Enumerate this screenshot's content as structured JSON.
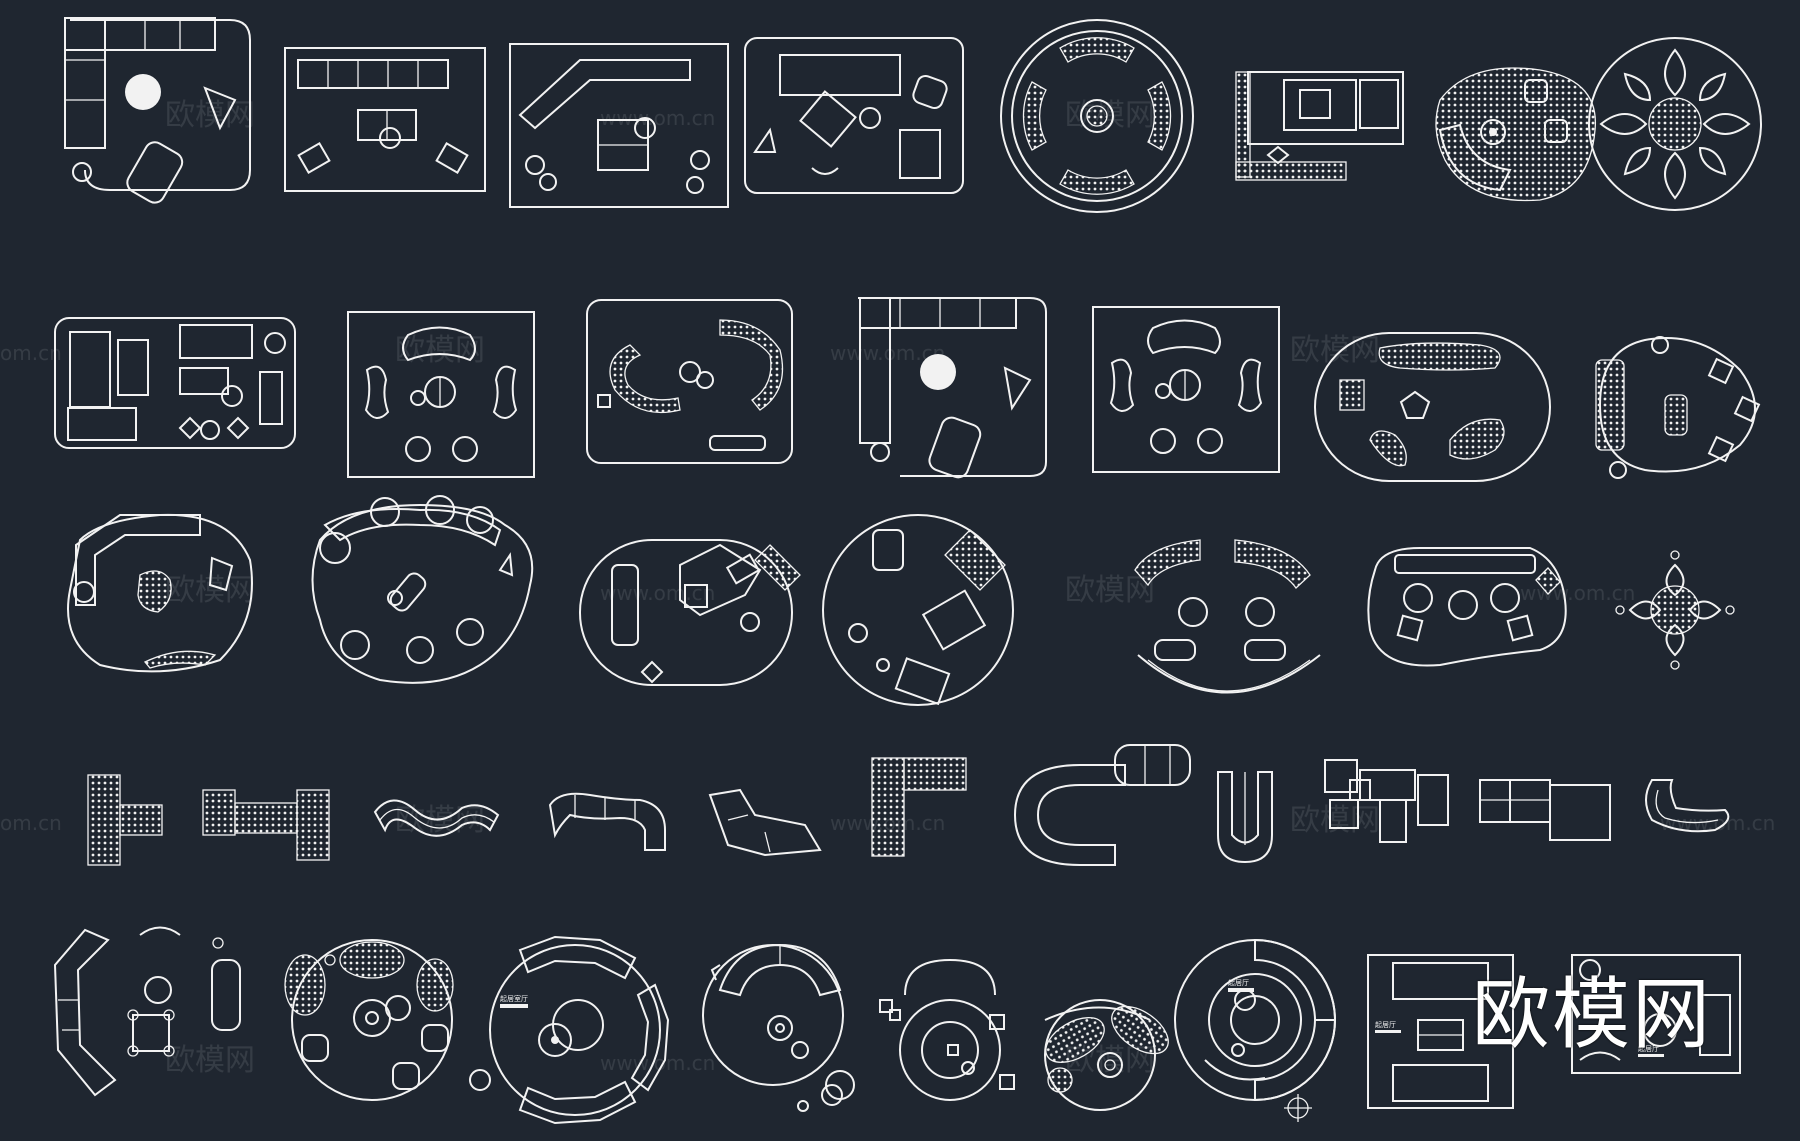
{
  "brand": {
    "logo_text": "欧模网"
  },
  "watermarks": [
    "欧模网",
    "www.om.cn",
    "om.cn"
  ],
  "blocks": {
    "row1": [
      "sofa-set-l-shape",
      "sofa-set-rect",
      "sofa-set-angled",
      "sofa-set-modular",
      "round-theater",
      "sofa-set-compact",
      "organic-lounge",
      "round-floral"
    ],
    "row2": [
      "sofa-set-grid",
      "kidney-seating-1",
      "curved-sofa-pair",
      "sofa-set-l-shape-2",
      "kidney-seating-2",
      "oval-lounge",
      "loop-lounge"
    ],
    "row3": [
      "blob-corner-sofa",
      "organic-sectional",
      "oval-office-set",
      "round-mixed-set",
      "arc-seating",
      "freeform-bar",
      "floral-medallion"
    ],
    "row4": [
      "dotted-t-module",
      "dotted-h-module",
      "wave-sofa",
      "s-curve-sofa",
      "angled-sofa",
      "dotted-l-module",
      "u-curve-sofa",
      "rounded-u-sofa",
      "block-cluster",
      "block-sectional",
      "chaise-lounge"
    ],
    "row5": [
      "arc-lounge-set",
      "round-cluster",
      "round-room",
      "horseshoe-set",
      "round-chair-set",
      "petal-pair",
      "semicircle-room",
      "rect-lounge-pair"
    ]
  },
  "labels": {
    "room_tag_1": "起居室厅",
    "room_tag_2": "起居厅",
    "room_tag_3": "起居厅",
    "room_tag_4": "起居厅"
  }
}
